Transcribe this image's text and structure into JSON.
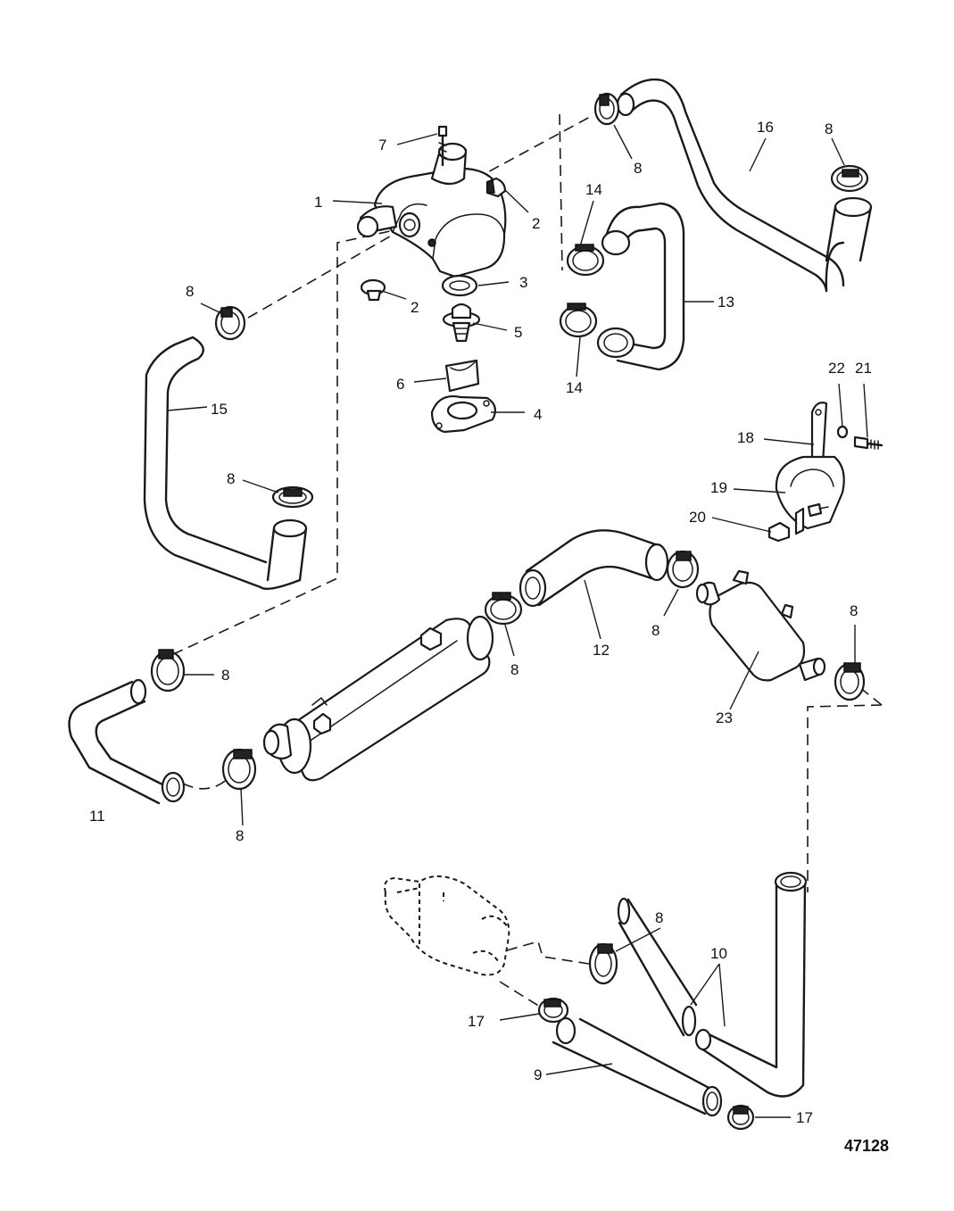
{
  "callouts": {
    "c1": "1",
    "c2a": "2",
    "c2b": "2",
    "c3": "3",
    "c4": "4",
    "c5": "5",
    "c6": "6",
    "c7": "7",
    "c8_top": "8",
    "c8_16": "8",
    "c8_15top": "8",
    "c8_15bot": "8",
    "c8_11top": "8",
    "c8_11bot": "8",
    "c8_cooler": "8",
    "c8_12": "8",
    "c8_23": "8",
    "c8_pump": "8",
    "c9": "9",
    "c10": "10",
    "c11": "11",
    "c12": "12",
    "c13": "13",
    "c14a": "14",
    "c14b": "14",
    "c15": "15",
    "c16": "16",
    "c17a": "17",
    "c17b": "17",
    "c18": "18",
    "c19": "19",
    "c20": "20",
    "c21": "21",
    "c22": "22",
    "c23": "23"
  },
  "figure_number": "47128"
}
